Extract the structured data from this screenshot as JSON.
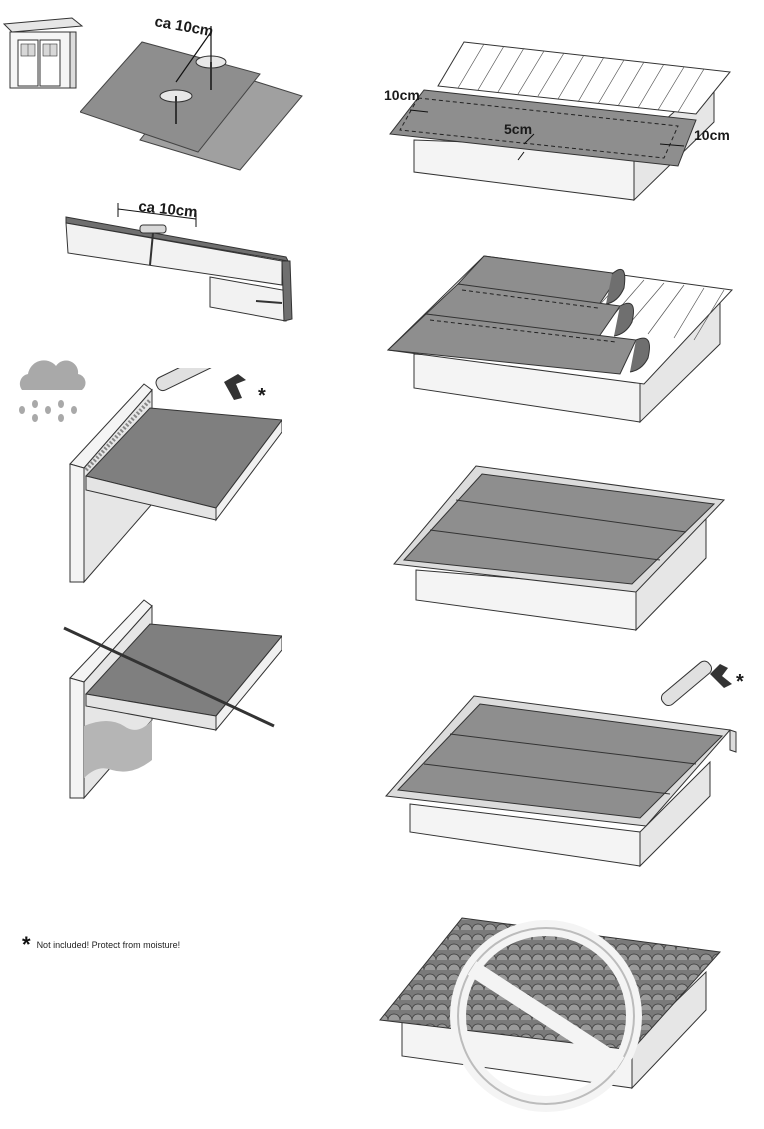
{
  "labels": {
    "nail_spacing_top": "ca 10cm",
    "nail_spacing_side": "ca 10cm",
    "overhang_left": "10cm",
    "overlap": "5cm",
    "overhang_right": "10cm",
    "asterisk_1": "*",
    "asterisk_2": "*"
  },
  "footnote": {
    "symbol": "*",
    "text": "Not included! Protect from moisture!"
  },
  "colors": {
    "felt": "#8e8e8e",
    "felt_dark": "#6f6f6f",
    "wood": "#f2f2f2",
    "outline": "#333333",
    "cloud": "#a9a9a9"
  }
}
